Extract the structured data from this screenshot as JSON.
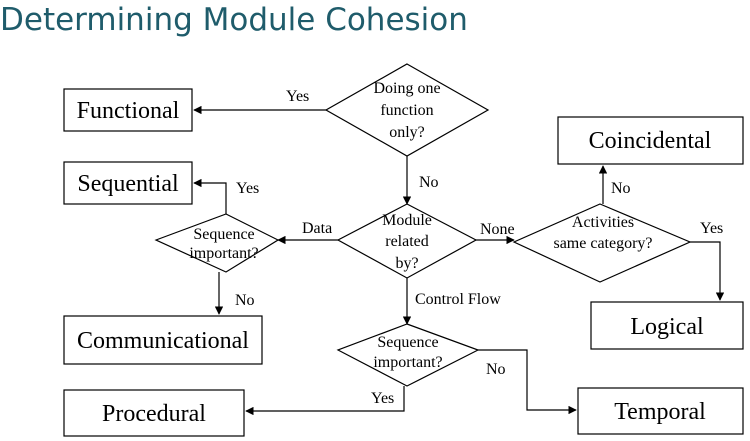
{
  "title": "Determining Module Cohesion",
  "colors": {
    "title": "#1f5c6b",
    "lines": "#000000"
  },
  "boxes": {
    "functional": "Functional",
    "sequential": "Sequential",
    "communicational": "Communicational",
    "procedural": "Procedural",
    "coincidental": "Coincidental",
    "logical": "Logical",
    "temporal": "Temporal"
  },
  "decisions": {
    "one_function": [
      "Doing one",
      "function",
      "only?"
    ],
    "module_related": [
      "Module",
      "related",
      "by?"
    ],
    "seq_data": [
      "Sequence",
      "important?"
    ],
    "seq_control": [
      "Sequence",
      "important?"
    ],
    "same_category": [
      "Activities",
      "same category?"
    ]
  },
  "edge_labels": {
    "one_function_yes": "Yes",
    "one_function_no": "No",
    "related_data": "Data",
    "related_none": "None",
    "related_control": "Control Flow",
    "seq_data_yes": "Yes",
    "seq_data_no": "No",
    "same_category_no": "No",
    "same_category_yes": "Yes",
    "seq_control_yes": "Yes",
    "seq_control_no": "No"
  }
}
